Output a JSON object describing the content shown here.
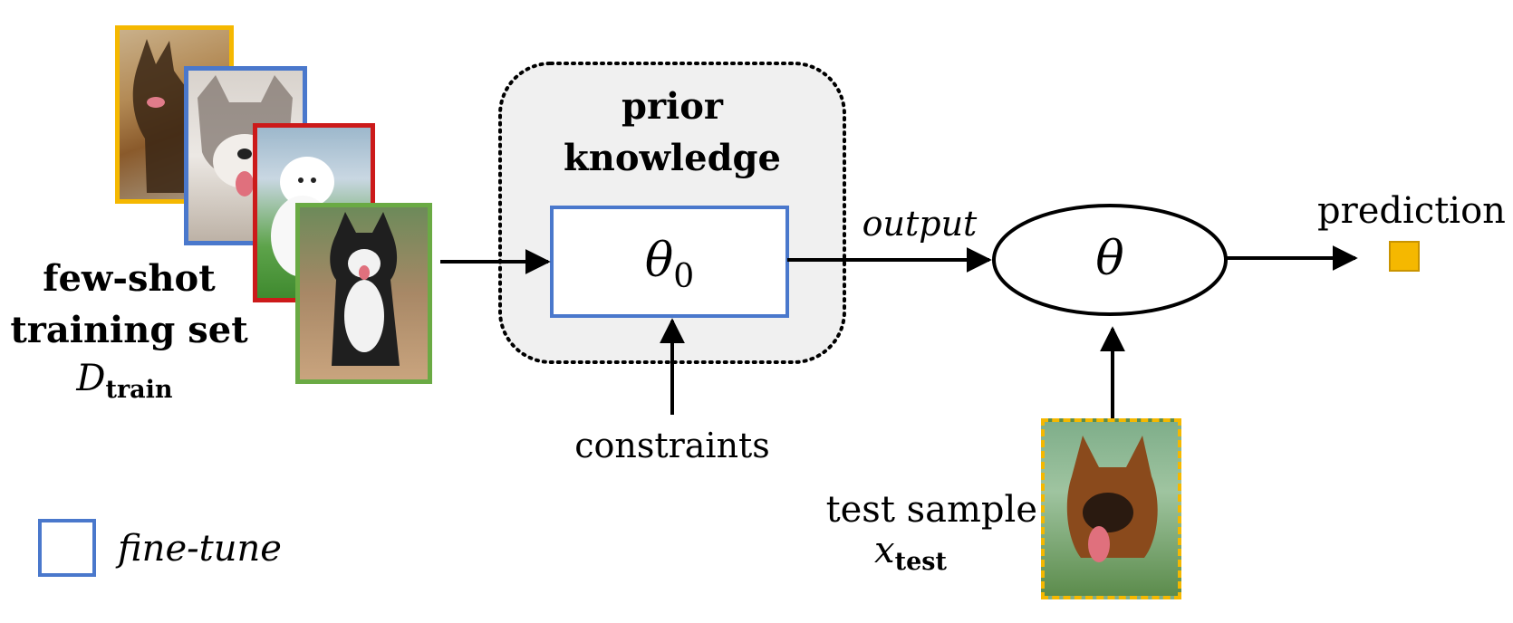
{
  "training_set": {
    "title_line1": "few-shot",
    "title_line2": "training set",
    "symbol_main": "D",
    "symbol_sub": "train",
    "images": [
      {
        "name": "german-shepherd-photo",
        "frame_color": "#f5b800"
      },
      {
        "name": "husky-puppy-photo",
        "frame_color": "#4a78cc"
      },
      {
        "name": "samoyed-puppy-photo",
        "frame_color": "#cc1a1a"
      },
      {
        "name": "malamute-dog-photo",
        "frame_color": "#6aaa44"
      }
    ]
  },
  "prior_knowledge": {
    "title_line1": "prior",
    "title_line2": "knowledge",
    "param_symbol": "θ",
    "param_sub": "0",
    "box_fill": "#f0f0f0",
    "param_box_color": "#4a78cc"
  },
  "constraints_label": "constraints",
  "output_label": "output",
  "model": {
    "symbol": "θ"
  },
  "prediction": {
    "label": "prediction",
    "marker_color": "#f5b800"
  },
  "test_sample": {
    "label": "test sample",
    "symbol_main": "x",
    "symbol_sub": "test",
    "frame_color": "#f5b800"
  },
  "legend": {
    "label": "fine-tune",
    "swatch_color": "#4a78cc"
  }
}
